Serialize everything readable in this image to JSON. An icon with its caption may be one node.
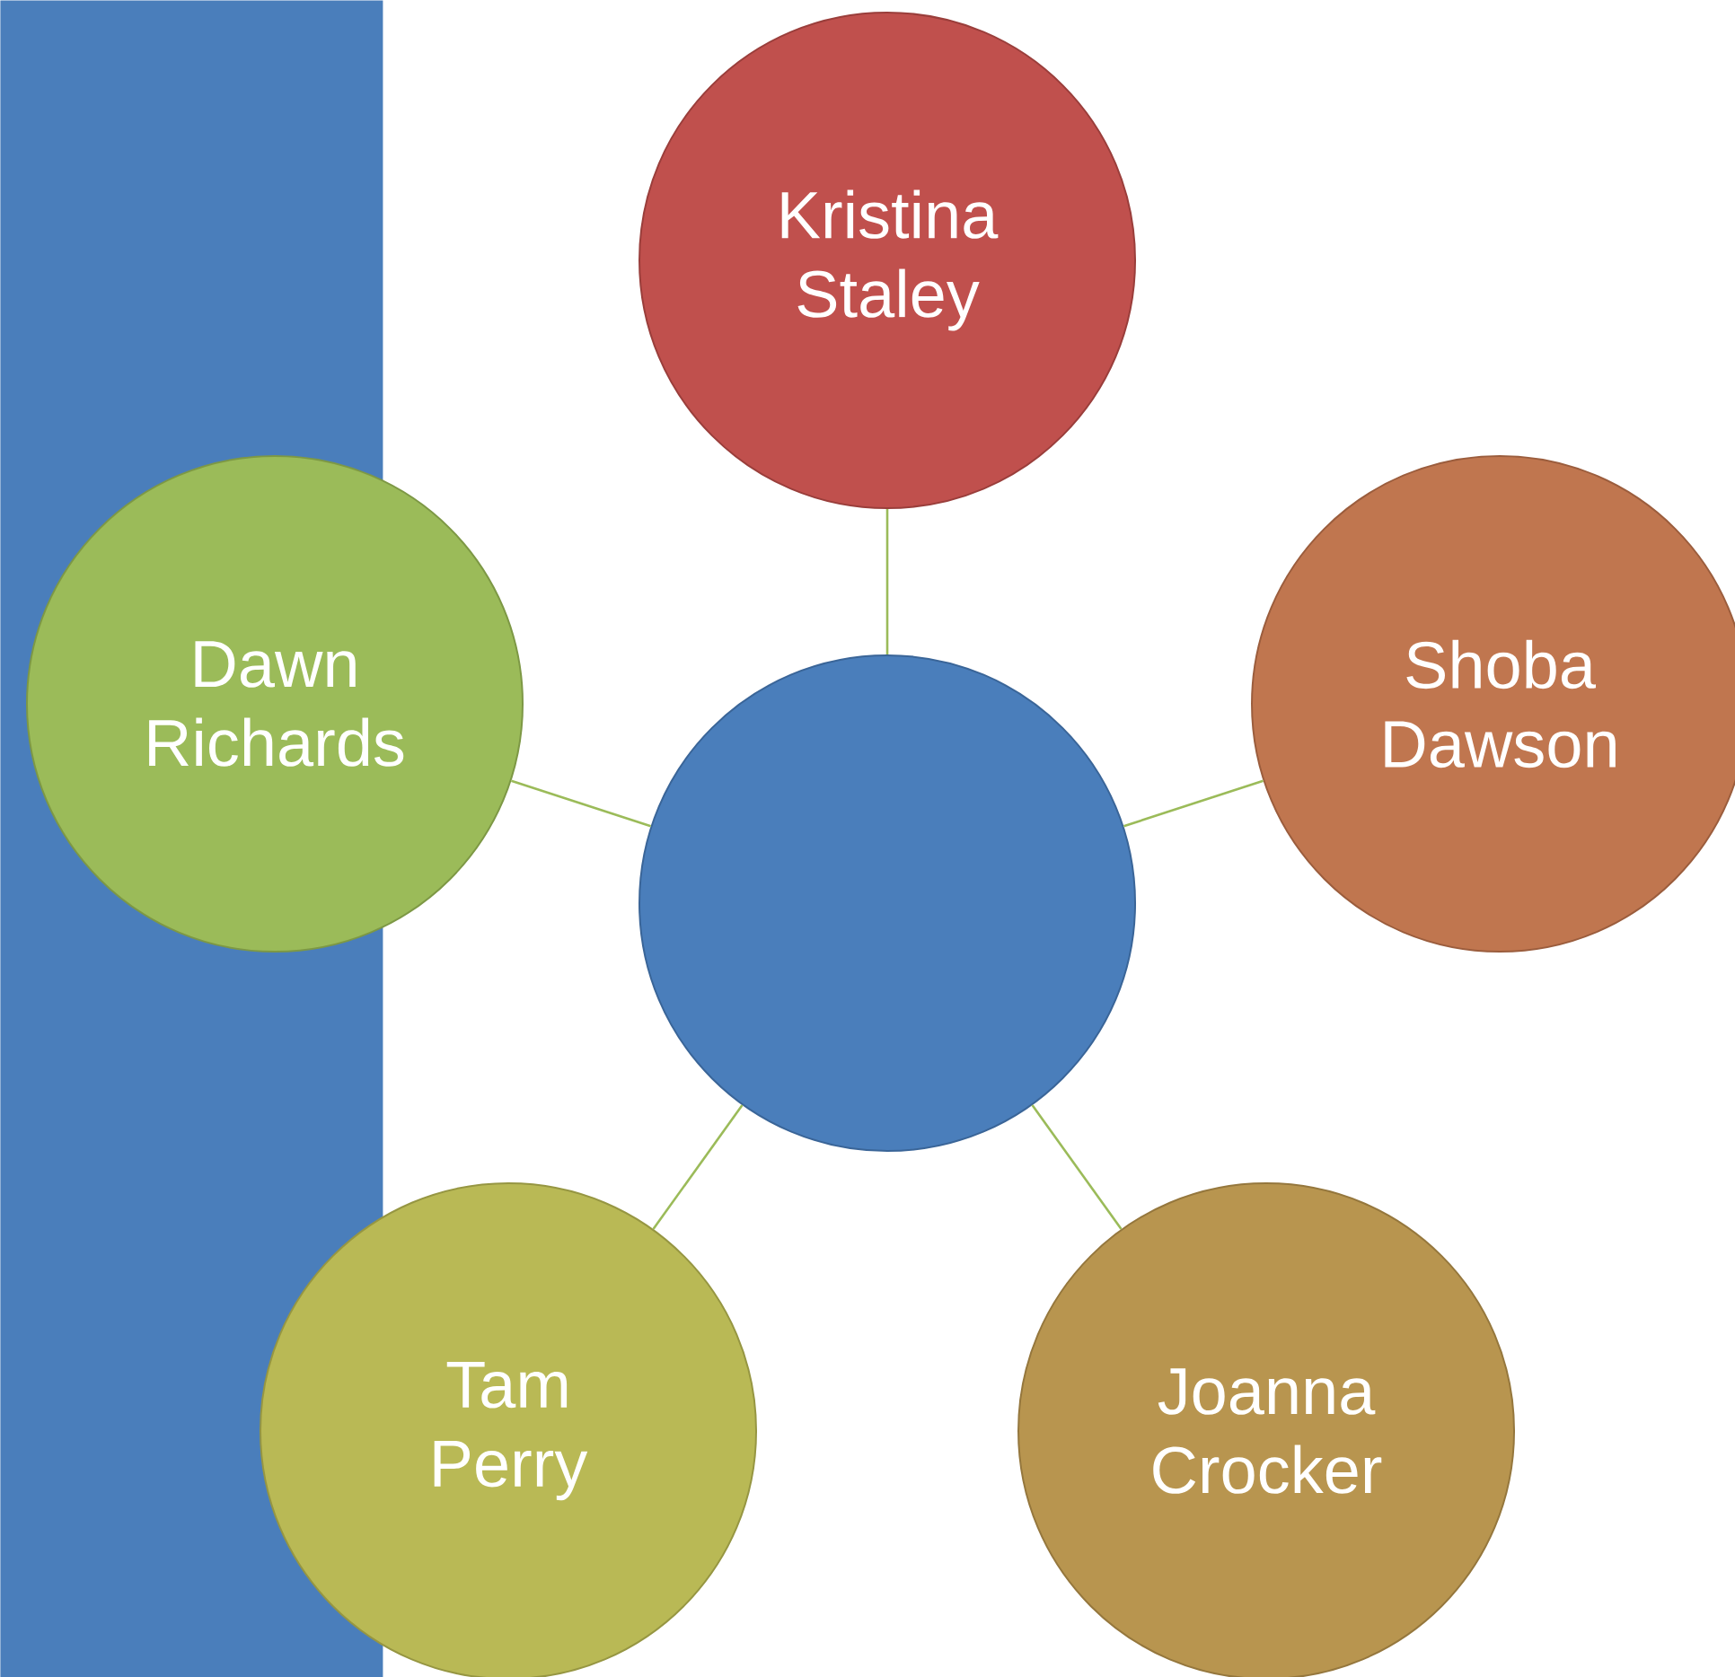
{
  "diagram": {
    "nodes": [
      {
        "text": [],
        "shape": "circle"
      },
      {
        "text": [
          "Kristina Staley"
        ]
      },
      {
        "text": [
          "Dawn Richards"
        ]
      },
      {
        "text": [
          "Shoba Dawson"
        ]
      },
      {
        "text": [
          "Tam Perry"
        ]
      },
      {
        "text": [
          "Joanna Crocker"
        ]
      },
      {
        "text": [],
        "shape": "bar"
      }
    ],
    "edges": [
      {
        "from": 0,
        "to": 1,
        "arrow": "none"
      },
      {
        "from": 0,
        "to": 2,
        "arrow": "none"
      },
      {
        "from": 0,
        "to": 3,
        "arrow": "none"
      },
      {
        "from": 0,
        "to": 4,
        "arrow": "none"
      },
      {
        "from": 0,
        "to": 5,
        "arrow": "none"
      }
    ]
  }
}
